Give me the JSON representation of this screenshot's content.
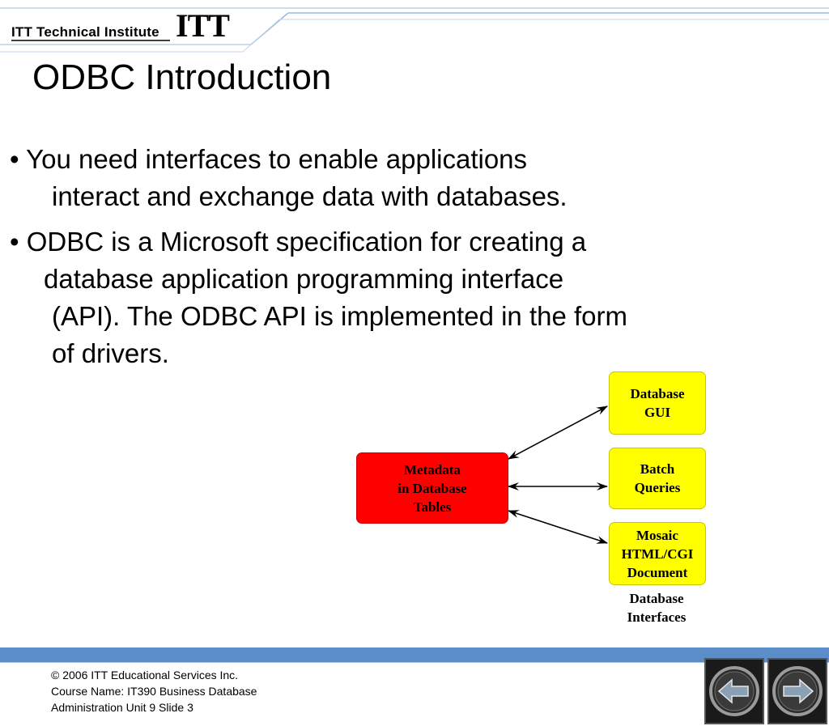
{
  "header": {
    "institute_name": "ITT Technical Institute",
    "logo_mark": "ITT"
  },
  "slide": {
    "title": "ODBC Introduction",
    "bullets": [
      {
        "lines": [
          "• You need interfaces to enable applications",
          "interact and exchange data with databases."
        ]
      },
      {
        "lines": [
          "• ODBC is a Microsoft specification for creating a",
          "database application programming interface",
          "(API). The ODBC API is implemented in the form",
          "of drivers."
        ]
      }
    ]
  },
  "diagram": {
    "source": {
      "lines": [
        "Metadata",
        "in Database",
        "Tables"
      ],
      "color": "#ff0000"
    },
    "targets": [
      {
        "lines": [
          "Database",
          "GUI"
        ],
        "color": "#ffff00"
      },
      {
        "lines": [
          "Batch",
          "Queries"
        ],
        "color": "#ffff00"
      },
      {
        "lines": [
          "Mosaic",
          "HTML/CGI",
          "Document"
        ],
        "color": "#ffff00"
      }
    ],
    "caption": [
      "Database",
      "Interfaces"
    ]
  },
  "footer": {
    "lines": [
      "© 2006 ITT Educational Services Inc.",
      "Course Name: IT390 Business Database",
      "Administration Unit 9 Slide 3"
    ],
    "bar_color": "#5b8ec9"
  },
  "nav": {
    "prev_icon": "left-arrow-icon",
    "next_icon": "right-arrow-icon"
  }
}
